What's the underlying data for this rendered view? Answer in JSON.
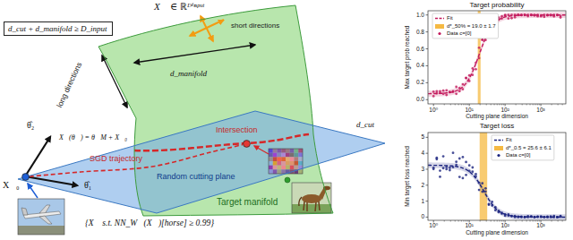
{
  "diagram": {
    "nodes": [
      {
        "text": [
          "d_cut + d_manifold ≥ D_input"
        ]
      },
      {
        "text": [
          "Target manifold"
        ]
      },
      {
        "text": [
          "Random cutting plane"
        ]
      },
      {
        "text": [
          "X⃗₀"
        ]
      },
      {
        "text": [
          "Intersection"
        ]
      }
    ],
    "edges": [
      {
        "from": 3,
        "to": 4,
        "arrow": "none",
        "label": "SGD trajectory"
      }
    ],
    "labels": [
      "X⃗ ∈ ℝᴰⁱⁿᵖᵘᵗ",
      "short directions",
      "long directions",
      "d_manifold",
      "d_cut",
      "θ̂₂",
      "θ̂₁",
      "X⃗(θ⃗) = θ⃗M + X⃗₀",
      "{X⃗ s.t. NN_W⃗(X⃗)[horse] ≥ 0.99}",
      "Target probability",
      "Max target prob reached",
      "Cutting plane dimension",
      "0.0",
      "0.2",
      "0.4",
      "0.6",
      "0.8",
      "1.0",
      "10⁰",
      "10¹",
      "10²",
      "10³",
      "Target loss",
      "Min target loss reached",
      "Cutting plane dimension",
      "0",
      "1",
      "2",
      "3",
      "4",
      "5",
      "10⁰",
      "10¹",
      "10²",
      "10³"
    ],
    "legend": [
      {
        "text": "Fit"
      },
      {
        "text": "d*_50% = 19.0 ± 1.7",
        "color": "#f5b942"
      },
      {
        "text": "Data c=[0]"
      },
      {
        "text": "Fit"
      },
      {
        "text": "d*_0.5 = 25.6 ± 6.1",
        "color": "#f5b942"
      },
      {
        "text": "Data c=[0]"
      }
    ]
  }
}
